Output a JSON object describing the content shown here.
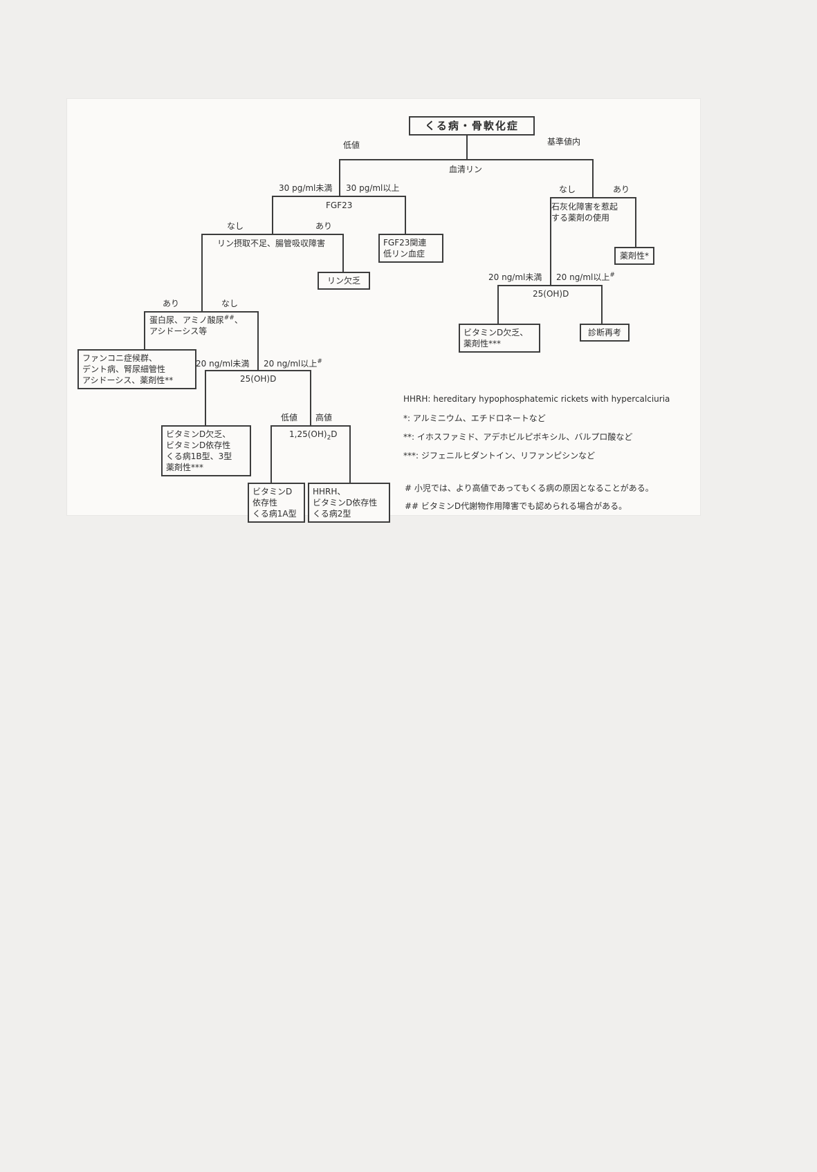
{
  "page": {
    "title": "くる病・骨軟化症"
  },
  "tree": {
    "serum_phosphorus": {
      "label": "血清リン",
      "branch_left": "低値",
      "branch_right": "基準値内"
    },
    "fgf23": {
      "label": "FGF23",
      "branch_left": "30 pg/ml未満",
      "branch_right": "30 pg/ml以上"
    },
    "fgf23_related": {
      "line1": "FGF23関連",
      "line2": "低リン血症"
    },
    "phosphate_intake": {
      "label": "リン摂取不足、腸管吸収障害",
      "branch_left": "なし",
      "branch_right": "あり"
    },
    "phosphate_deficiency": {
      "label": "リン欠乏"
    },
    "proteinuria": {
      "line1_pre": "蛋白尿、アミノ酸尿",
      "line1_sup": "##",
      "line1_post": "、",
      "line2": "アシドーシス等",
      "branch_left": "あり",
      "branch_right": "なし"
    },
    "fanconi": {
      "line1": "ファンコニ症候群、",
      "line2": "デント病、腎尿細管性",
      "line3": "アシドーシス、薬剤性**"
    },
    "ohd_left": {
      "label": "25(OH)D",
      "branch_left": "20 ng/ml未満",
      "branch_right": "20 ng/ml以上",
      "branch_right_sup": "#"
    },
    "vitd_deficiency_left": {
      "line1": "ビタミンD欠乏、",
      "line2": "ビタミンD依存性",
      "line3": "くる病1B型、3型",
      "line4": "薬剤性***"
    },
    "dihydroxy_d": {
      "label_pre": "1,25(OH)",
      "label_sub": "2",
      "label_post": "D",
      "branch_left": "低値",
      "branch_right": "高値"
    },
    "vitd_dependent_1a": {
      "line1": "ビタミンD",
      "line2": "依存性",
      "line3": "くる病1A型"
    },
    "hhrh": {
      "line1": "HHRH、",
      "line2": "ビタミンD依存性",
      "line3": "くる病2型"
    },
    "calcification_drug": {
      "line1": "石灰化障害を惹起",
      "line2": "する薬剤の使用",
      "branch_left": "なし",
      "branch_right": "あり"
    },
    "drug_induced": {
      "label": "薬剤性*"
    },
    "ohd_right": {
      "label": "25(OH)D",
      "branch_left": "20 ng/ml未満",
      "branch_right": "20 ng/ml以上",
      "branch_right_sup": "#"
    },
    "vitd_deficiency_right": {
      "line1": "ビタミンD欠乏、",
      "line2": "薬剤性***"
    },
    "rediagnosis": {
      "label": "診断再考"
    }
  },
  "legend": {
    "hhrh": "HHRH: hereditary hypophosphatemic rickets with hypercalciuria",
    "star1": "*: アルミニウム、エチドロネートなど",
    "star2": "**: イホスファミド、アデホビルピボキシル、バルプロ酸など",
    "star3": "***: ジフェニルヒダントイン、リファンピシンなど"
  },
  "footnotes": {
    "hash1": "# 小児では、より高値であってもくる病の原因となることがある。",
    "hash2": "## ビタミンD代謝物作用障害でも認められる場合がある。"
  }
}
